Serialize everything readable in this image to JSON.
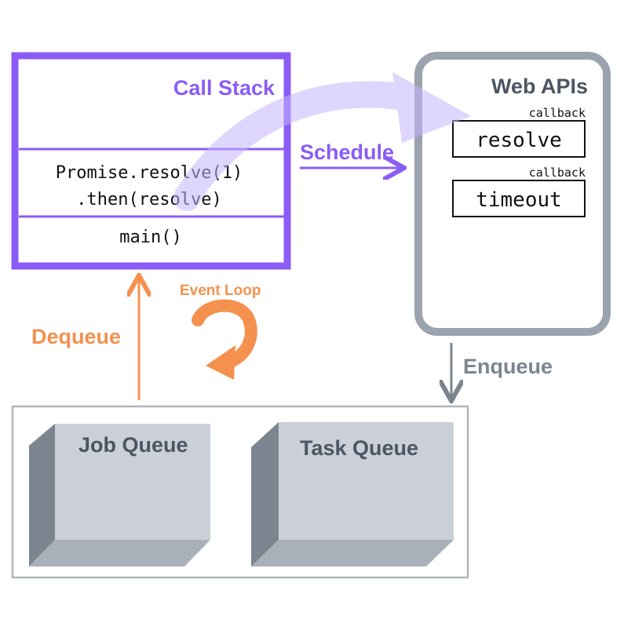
{
  "call_stack": {
    "title": "Call Stack",
    "frame_line1": "Promise.resolve(1)",
    "frame_line2": ".then(resolve)",
    "main_frame": "main()"
  },
  "web_apis": {
    "title": "Web APIs",
    "items": [
      {
        "caption": "callback",
        "name": "resolve"
      },
      {
        "caption": "callback",
        "name": "timeout"
      }
    ]
  },
  "arrows": {
    "schedule": "Schedule",
    "dequeue": "Dequeue",
    "enqueue": "Enqueue",
    "event_loop": "Event Loop"
  },
  "queues": {
    "job_queue": "Job Queue",
    "task_queue": "Task Queue"
  },
  "colors": {
    "purple": "#8b5cf6",
    "purple_light": "#c4b5fd",
    "orange": "#f4914f",
    "gray": "#9aa3ae",
    "gray_dark": "#6b7280",
    "box_fill": "#cbd0d8",
    "box_side": "#7c858f"
  }
}
